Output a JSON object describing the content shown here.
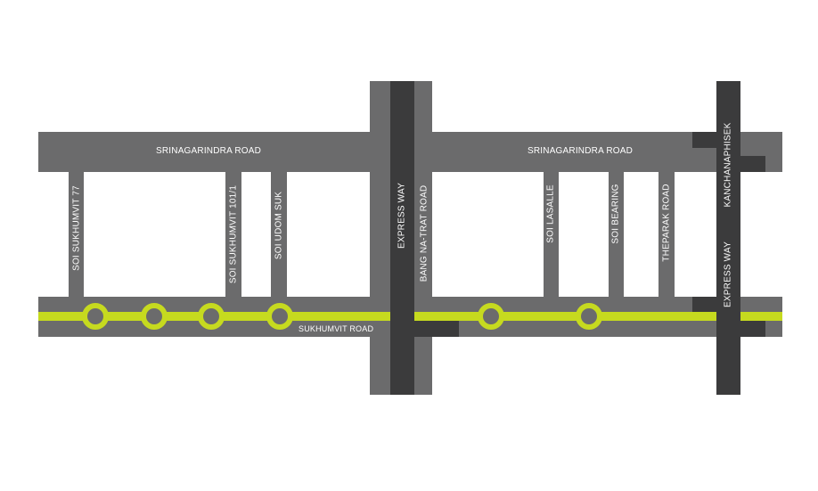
{
  "roads": {
    "srinagarindra_left": "SRINAGARINDRA ROAD",
    "srinagarindra_right": "SRINAGARINDRA ROAD",
    "sukhumvit": "SUKHUMVIT ROAD",
    "expressway_left": "EXPRESS WAY",
    "bangna_trat": "BANG NA-TRAT ROAD",
    "kanchanaphisek": "KANCHANAPHISEK",
    "expressway_right": "EXPRESS WAY",
    "soi_sukhumvit_77": "SOI SUKHUMVIT 77",
    "soi_sukhumvit_101_1": "SOI SUKHUMVIT 101/1",
    "soi_udom_suk": "SOI UDOM SUK",
    "soi_lasalle": "SOI LASALLE",
    "soi_bearing": "SOI BEARING",
    "theparak_road": "THEPARAK ROAD"
  },
  "colors": {
    "road": "#6b6b6c",
    "expressway": "#3b3b3c",
    "skytrain": "#c6da1f"
  },
  "stations_count": 6
}
